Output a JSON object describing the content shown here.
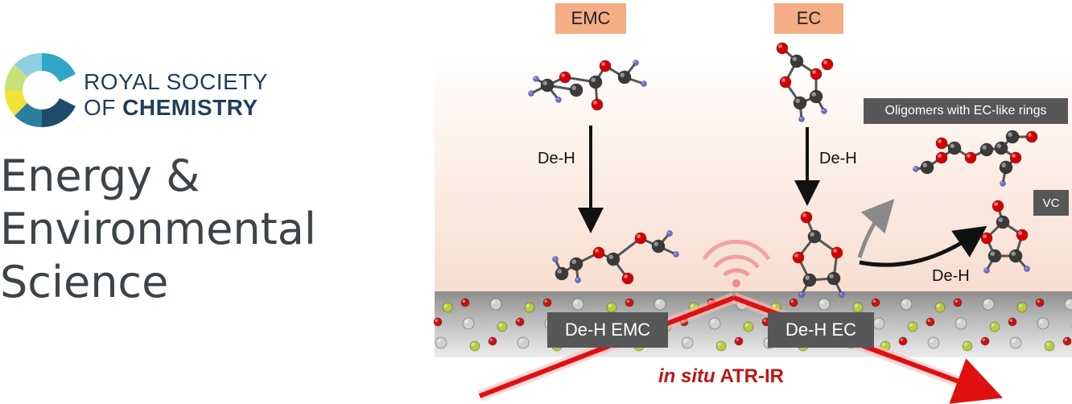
{
  "publisher": {
    "line1": "ROYAL SOCIETY",
    "line2_of": "OF",
    "line2_chem": "CHEMISTRY"
  },
  "journal": {
    "line1": "Energy &",
    "line2": "Environmental",
    "line3": "Science"
  },
  "diagram": {
    "top_labels": {
      "emc": "EMC",
      "ec": "EC"
    },
    "step_labels": {
      "emc_deh": "De-H",
      "ec_deh": "De-H",
      "vc_deh": "De-H"
    },
    "product_labels": {
      "oligomers": "Oligomers with EC-like rings",
      "vc": "VC"
    },
    "surface_labels": {
      "deh_emc": "De-H EMC",
      "deh_ec": "De-H EC"
    },
    "technique": {
      "italic": "in situ",
      "bold": "ATR-IR"
    },
    "colors": {
      "carbon": "#3a3a3a",
      "oxygen": "#d40000",
      "hydrogen": "#6f6fd6",
      "surface_o": "#cc1010",
      "surface_metal": "#cfcfcf",
      "surface_li": "#b9cc3a",
      "ir_beam": "#e01010",
      "label_orange": "#f4ad84",
      "label_dark": "#575757"
    }
  }
}
